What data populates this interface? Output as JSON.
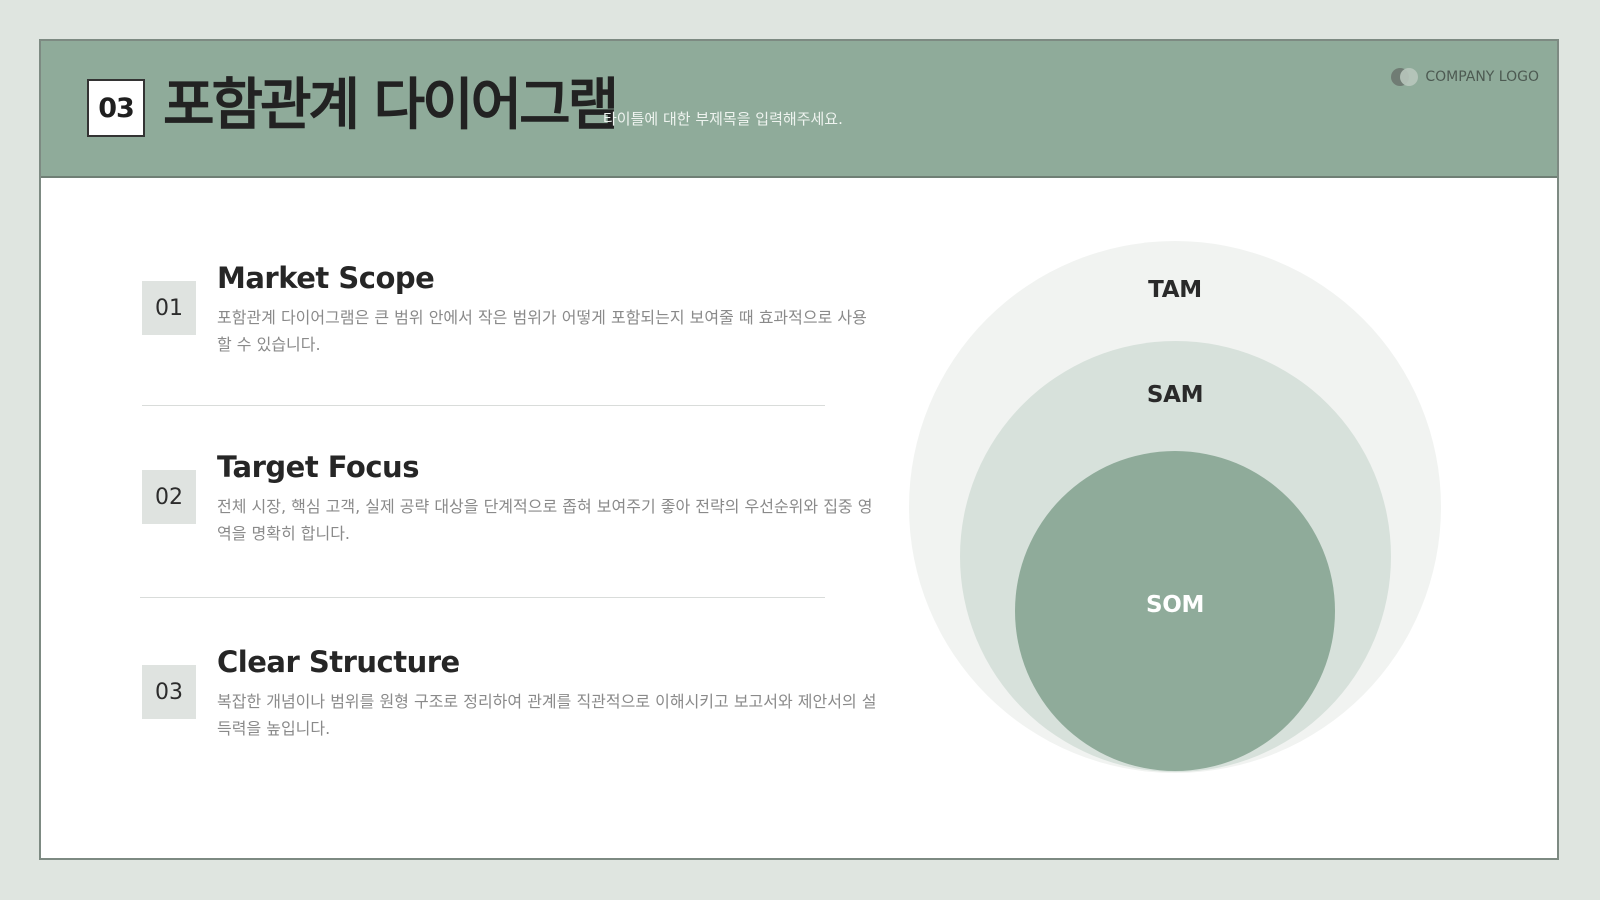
{
  "header": {
    "number": "03",
    "title": "포함관계 다이어그램",
    "subtitle": "타이틀에 대한 부제목을 입력해주세요.",
    "logo_text": "COMPANY LOGO"
  },
  "items": [
    {
      "number": "01",
      "title": "Market Scope",
      "description": "포함관계 다이어그램은 큰 범위 안에서 작은 범위가 어떻게 포함되는지 보여줄 때 효과적으로 사용할 수 있습니다."
    },
    {
      "number": "02",
      "title": "Target Focus",
      "description": "전체 시장, 핵심 고객, 실제 공략 대상을 단계적으로 좁혀 보여주기 좋아 전략의 우선순위와 집중 영역을 명확히 합니다."
    },
    {
      "number": "03",
      "title": "Clear Structure",
      "description": "복잡한 개념이나 범위를 원형 구조로 정리하여 관계를 직관적으로 이해시키고 보고서와 제안서의 설득력을 높입니다."
    }
  ],
  "diagram": {
    "outer_label": "TAM",
    "middle_label": "SAM",
    "inner_label": "SOM"
  },
  "colors": {
    "background": "#dfe5e0",
    "header": "#8fab9a",
    "outer_circle": "#f1f3f1",
    "middle_circle": "#d7e1db",
    "inner_circle": "#8fab9a"
  }
}
